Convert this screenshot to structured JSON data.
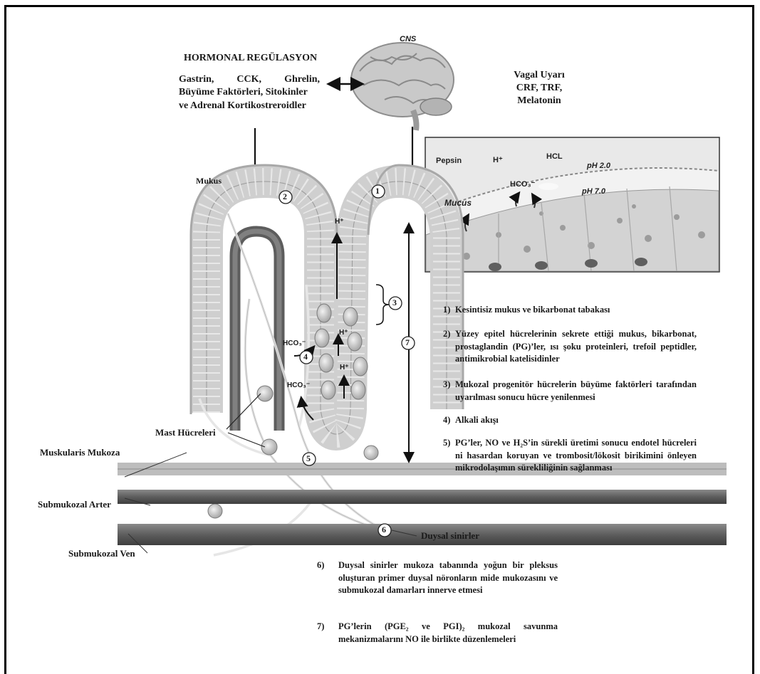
{
  "hormonal": {
    "title": "HORMONAL REGÜLASYON",
    "line1": "Gastrin, CCK, Ghrelin,",
    "line2": "Büyüme Faktörleri, Sitokinler",
    "line3": "ve Adrenal Kortikostreroidler"
  },
  "cns": "CNS",
  "vagal": {
    "line1": "Vagal Uyarı",
    "line2": "CRF, TRF,",
    "line3": "Melatonin"
  },
  "inset": {
    "pepsin": "Pepsin",
    "h_plus": "H⁺",
    "hcl": "HCL",
    "ph_low": "pH 2.0",
    "ph_high": "pH 7.0",
    "hco3": "HCO₃⁻",
    "mucus": "Mucus"
  },
  "diagram": {
    "mukus": "Mukus",
    "h_top": "H⁺",
    "h_mid": "H⁺",
    "h_low": "H⁺",
    "hco3_a": "HCO₃⁻",
    "hco3_b": "HCO₃⁻",
    "mast": "Mast Hücreleri",
    "muskularis": "Muskularis Mukoza",
    "arter": "Submukozal Arter",
    "ven": "Submukozal Ven",
    "duysal": "Duysal sinirler",
    "markers": [
      "1",
      "2",
      "3",
      "4",
      "5",
      "6",
      "7"
    ]
  },
  "legend": [
    {
      "num": "1)",
      "text": "Kesintisiz  mukus ve bikarbonat tabakası"
    },
    {
      "num": "2)",
      "text": "Yüzey epitel hücrelerinin sekrete ettiği mukus, bikarbonat, prostaglandin (PG)’ler, ısı şoku proteinleri, trefoil peptidler, antimikrobial katelisidinler"
    },
    {
      "num": "3)",
      "text": "Mukozal progenitör hücrelerin  büyüme faktörleri tarafından uyarılması sonucu hücre yenilenmesi"
    },
    {
      "num": "4)",
      "text": "Alkali akışı"
    },
    {
      "num": "5)",
      "text": "PG’ler, NO ve H₂S’in sürekli üretimi sonucu  endotel hücreleri ni hasardan koruyan ve trombosit/lökosit birikimini önleyen mikrodolaşımın sürekliliğinin sağlanması"
    },
    {
      "num": "6)",
      "text": "Duysal sinirler mukoza tabanında yoğun bir pleksus oluşturan primer duysal nöronların mide mukozasını ve submukozal damarları innerve etmesi"
    },
    {
      "num": "7)",
      "text": "PG’lerin (PGE₂ ve PGI)₂ mukozal savunma mekanizmalarını  NO ile birlikte düzenlemeleri"
    }
  ]
}
